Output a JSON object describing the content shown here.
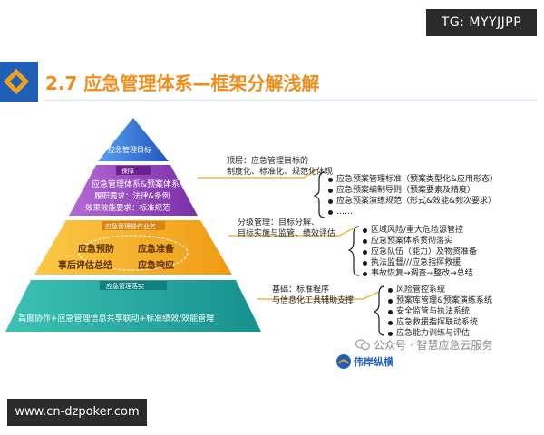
{
  "watermark_tg": "TG: MYYJJPP",
  "header": {
    "title": "2.7 应急管理体系—框架分解浅解"
  },
  "pyramid": {
    "apex": {
      "label": "应急管理目标"
    },
    "tier2": {
      "ribbon": "保障",
      "title": "应急管理体系&预案体系",
      "line1": "履职要求：法律&条例",
      "line2": "效果效能要求：标准规范"
    },
    "tier3": {
      "ribbon": "应急管理操作业务",
      "items": [
        "应急预防",
        "应急准备",
        "事后评估总结",
        "应急响应"
      ]
    },
    "tier4": {
      "ribbon": "应急管理落实",
      "text": "高度协作+应急管理信息共享联动+标准绩效/效能管理"
    }
  },
  "annotations": {
    "top": {
      "desc": [
        "顶层：应急管理目标的",
        "制度化、标准化、规范化体现"
      ],
      "bullets": [
        "应急预案管理标准（预案类型化&应用形态）",
        "应急预案编制导则（预案要素及精度）",
        "应急预案演练规范（形式&效能&频次要求）",
        "……"
      ]
    },
    "middle": {
      "desc": [
        "分级管理：目标分解、",
        "目标实施与监管、绩效评估"
      ],
      "bullets": [
        "区域风险/重大危险源管控",
        "应急预案体系贯彻落实",
        "应急队伍（能力）及物资准备",
        "执法监督///应急指挥救援",
        "事故恢复→调查→整改→总结"
      ]
    },
    "bottom": {
      "desc": [
        "基础：标准程序",
        "与信息化工具辅助支撑"
      ],
      "bullets": [
        "风险管控系统",
        "预案库管理&预案演练系统",
        "安全监管与执法系统",
        "应急救援指挥联动系统",
        "应急能力训练与评估"
      ]
    }
  },
  "watermark_wechat": "公众号 · 智慧应急云服务",
  "logo_text": "伟岸纵横",
  "website": "www.cn-dzpoker.com",
  "colors": {
    "accent_orange": "#f08c1a",
    "brand_blue": "#1f5fb8",
    "tier_apex": "#2e6fd8",
    "tier_purple": "#8a3fb0",
    "tier_yellow": "#f2a71f",
    "tier_green": "#22a6a0"
  }
}
